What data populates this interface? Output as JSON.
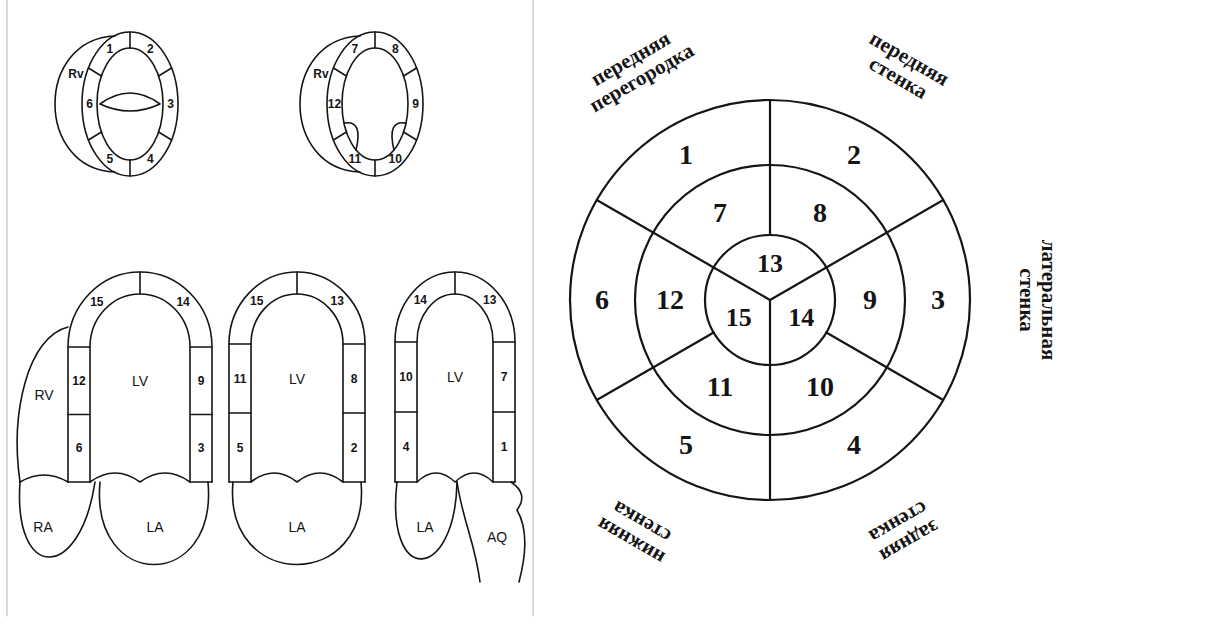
{
  "diagram": {
    "labels": [
      "Rv",
      "1",
      "2",
      "3",
      "4",
      "5",
      "6",
      "Rv",
      "7",
      "8",
      "9",
      "10",
      "11",
      "12",
      "15",
      "14",
      "LV",
      "RV",
      "12",
      "9",
      "6",
      "3",
      "RA",
      "LA",
      "15",
      "13",
      "LV",
      "11",
      "8",
      "5",
      "2",
      "LA",
      "14",
      "13",
      "LV",
      "10",
      "7",
      "4",
      "1",
      "LA",
      "AQ",
      "передняя перегородка",
      "передняя стенка",
      "латеральная стенка",
      "задняя стенка",
      "нижняя стенка",
      "1",
      "2",
      "3",
      "4",
      "5",
      "6",
      "7",
      "8",
      "9",
      "10",
      "11",
      "12",
      "13",
      "14",
      "15"
    ]
  }
}
